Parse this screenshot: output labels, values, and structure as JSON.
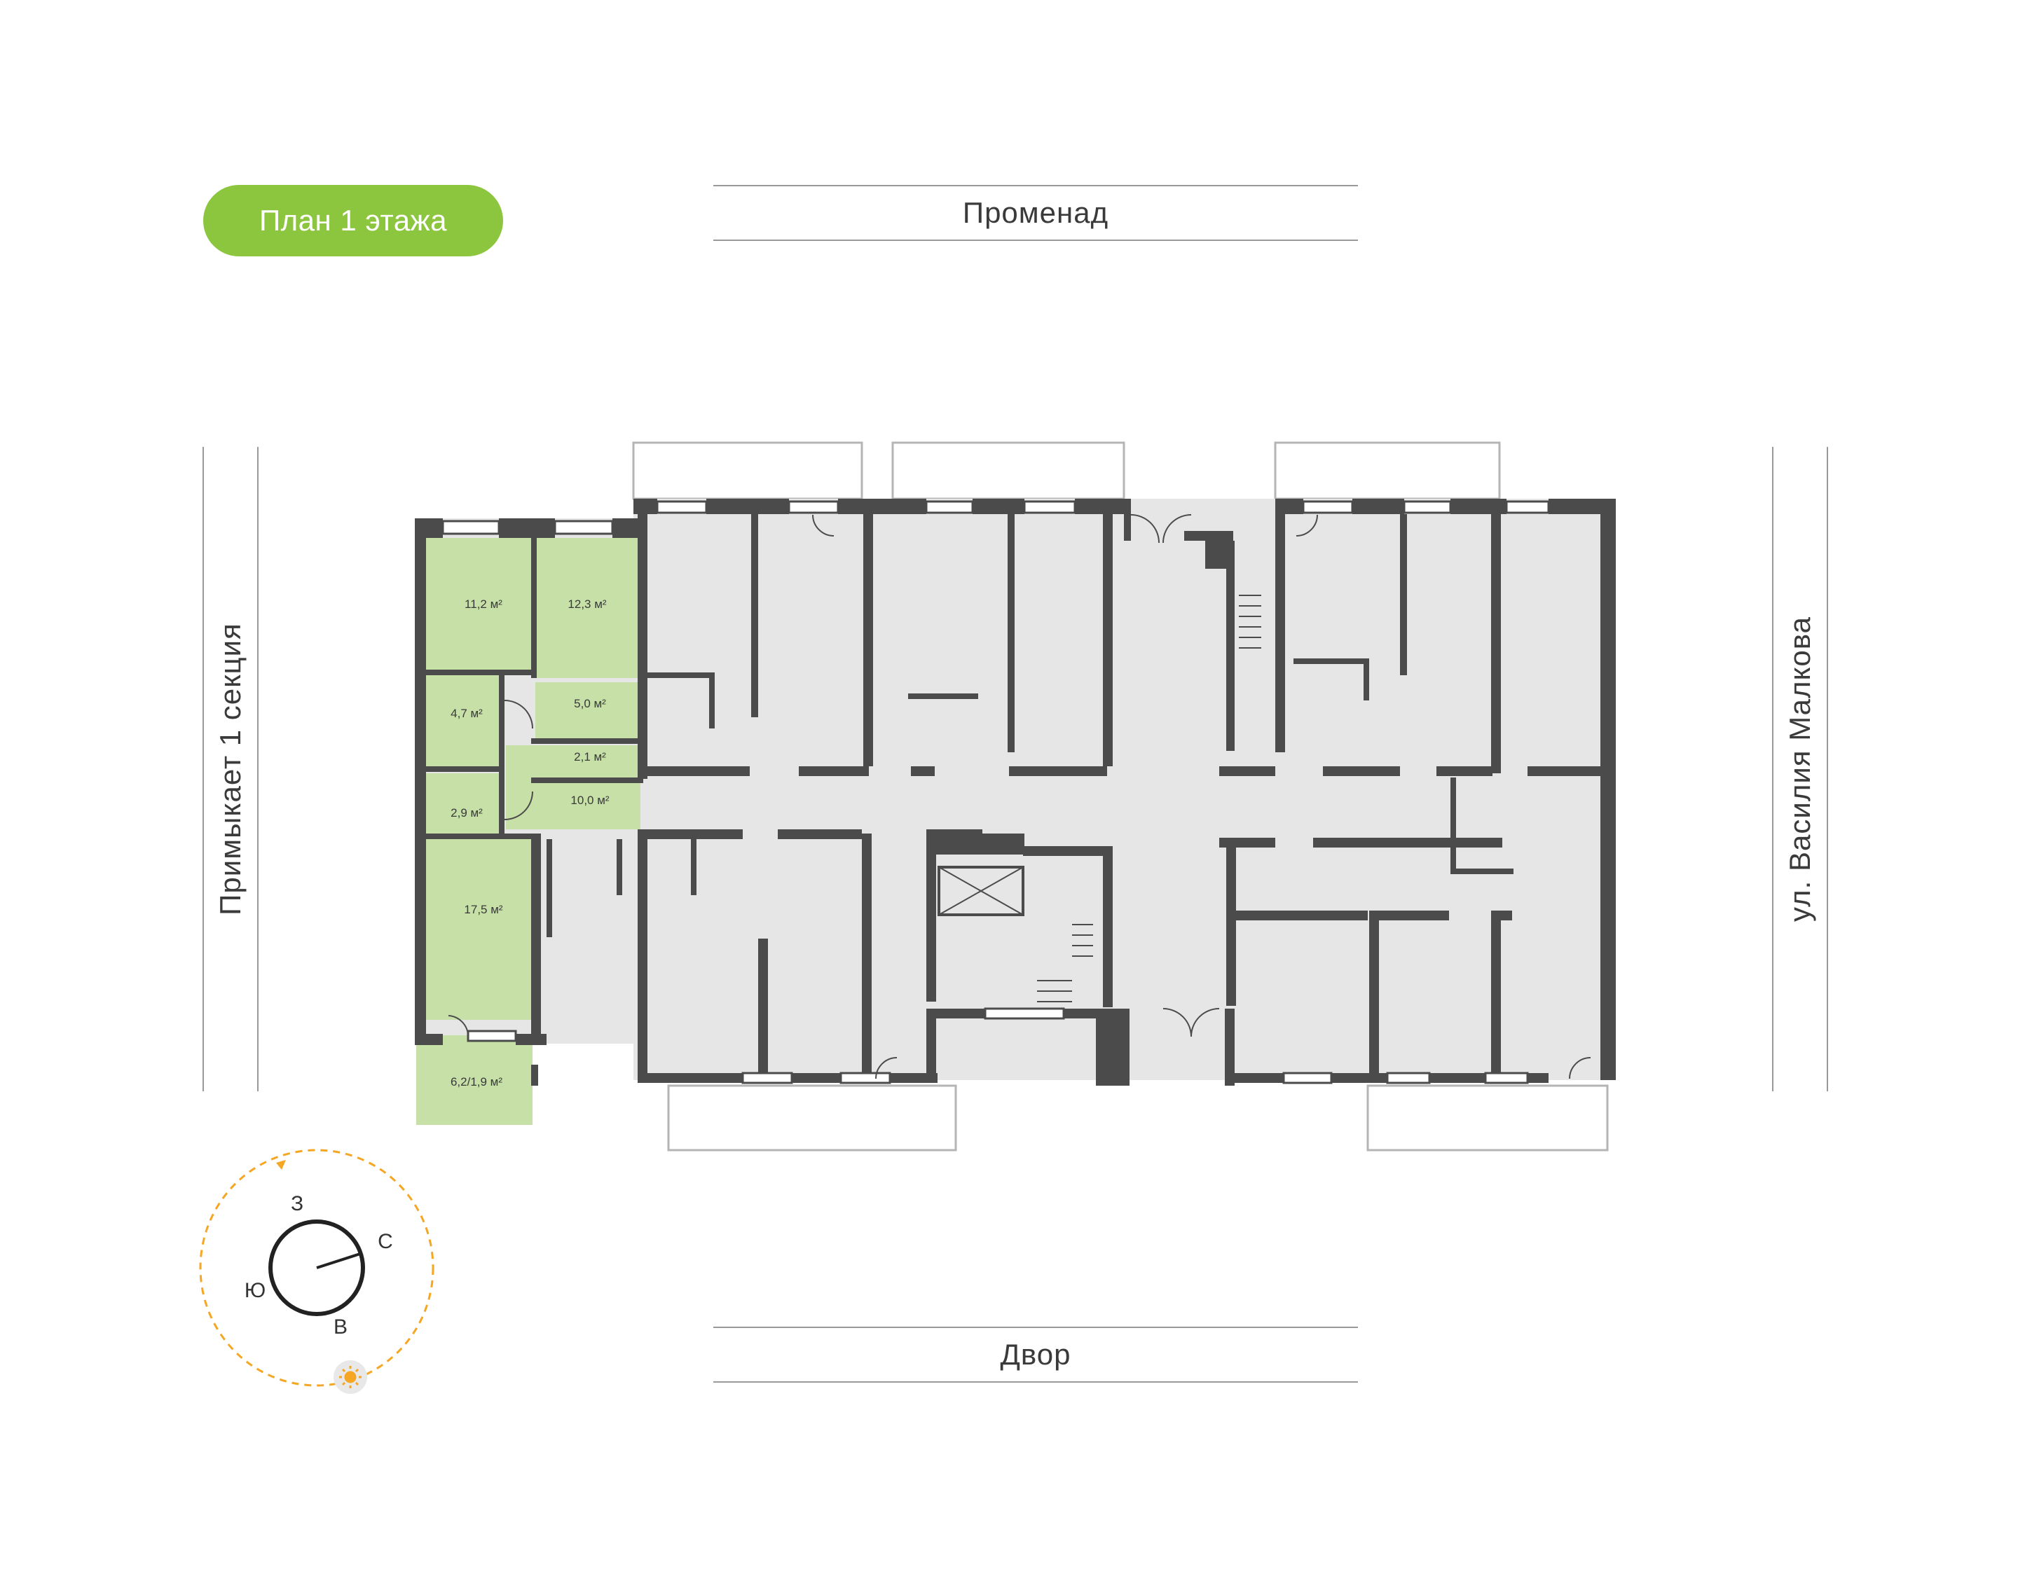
{
  "floor_badge": "План 1 этажа",
  "streets": {
    "top": "Променад",
    "bottom": "Двор",
    "left": "Примыкает 1 секция",
    "right": "ул. Василия Малкова"
  },
  "apartment_areas": {
    "room1": "11,2 м²",
    "room2": "12,3 м²",
    "kitchen": "5,0 м²",
    "bath": "4,7 м²",
    "storage": "2,1 м²",
    "wc": "2,9 м²",
    "hall": "10,0 м²",
    "room3": "17,5 м²",
    "balcony": "6,2/1,9 м²"
  },
  "compass": {
    "north": "С",
    "south": "Ю",
    "west": "З",
    "east": "В"
  },
  "colors": {
    "accent": "#8cc63f",
    "highlight": "#c6e0a8",
    "wall": "#4b4b4b",
    "room": "#e6e6e6",
    "sun": "#f5a623"
  }
}
